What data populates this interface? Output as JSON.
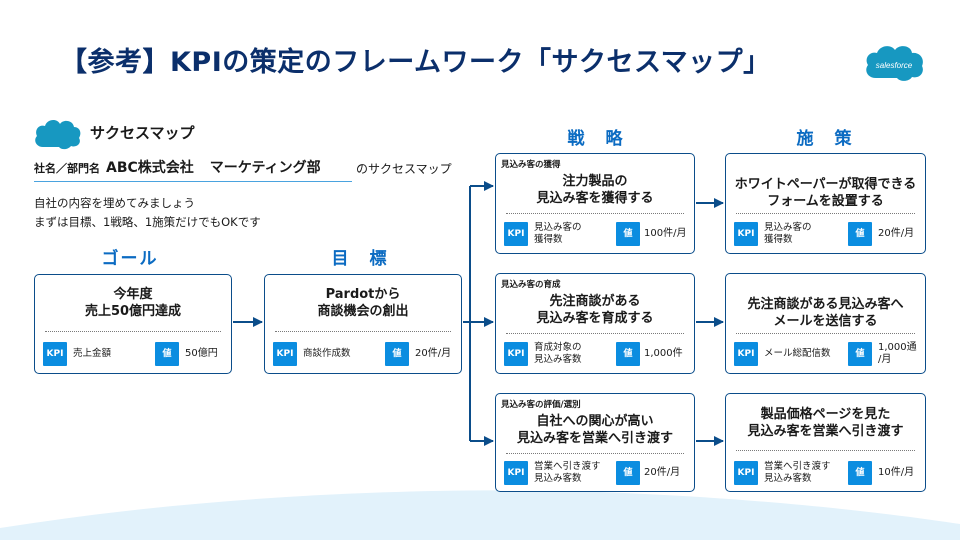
{
  "title": "【参考】KPIの策定のフレームワーク「サクセスマップ」",
  "logo_text": "salesforce",
  "success_map": {
    "title": "サクセスマップ",
    "company_label": "社名／部門名",
    "company_name": "ABC株式会社",
    "department": "マーケティング部",
    "suffix": "のサクセスマップ",
    "intro_line1": "自社の内容を埋めてみましょう",
    "intro_line2": "まずは目標、1戦略、1施策だけでもOKです"
  },
  "columns": {
    "goal": "ゴール",
    "target": "目　標",
    "strategy": "戦　略",
    "measure": "施　策"
  },
  "tags": {
    "kpi": "KPI",
    "value": "値"
  },
  "goal": {
    "line1": "今年度",
    "line2": "売上50億円達成",
    "kpi_label": "売上金額",
    "kpi_value": "50億円"
  },
  "target": {
    "line1": "Pardotから",
    "line2": "商談機会の創出",
    "kpi_label": "商談作成数",
    "kpi_value": "20件/月"
  },
  "strategies": [
    {
      "category": "見込み客の獲得",
      "line1": "注力製品の",
      "line2": "見込み客を獲得する",
      "kpi_line1": "見込み客の",
      "kpi_line2": "獲得数",
      "value_line1": "100件/月",
      "value_line2": ""
    },
    {
      "category": "見込み客の育成",
      "line1": "先注商談がある",
      "line2": "見込み客を育成する",
      "kpi_line1": "育成対象の",
      "kpi_line2": "見込み客数",
      "value_line1": "1,000件",
      "value_line2": ""
    },
    {
      "category": "見込み客の評価/選別",
      "line1": "自社への関心が高い",
      "line2": "見込み客を営業へ引き渡す",
      "kpi_line1": "営業へ引き渡す",
      "kpi_line2": "見込み客数",
      "value_line1": "20件/月",
      "value_line2": ""
    }
  ],
  "measures": [
    {
      "line1": "ホワイトペーパーが取得できる",
      "line2": "フォームを設置する",
      "kpi_line1": "見込み客の",
      "kpi_line2": "獲得数",
      "value_line1": "20件/月",
      "value_line2": ""
    },
    {
      "line1": "先注商談がある見込み客へ",
      "line2": "メールを送信する",
      "kpi_line1": "メール総配信数",
      "kpi_line2": "",
      "value_line1": "1,000通",
      "value_line2": "/月"
    },
    {
      "line1": "製品価格ページを見た",
      "line2": "見込み客を営業へ引き渡す",
      "kpi_line1": "営業へ引き渡す",
      "kpi_line2": "見込み客数",
      "value_line1": "10件/月",
      "value_line2": ""
    }
  ],
  "colors": {
    "title": "#0b2f6b",
    "accent": "#0b6bc2",
    "tag": "#0b8de0",
    "border": "#0b4d8a",
    "cloud": "#1798c1"
  }
}
